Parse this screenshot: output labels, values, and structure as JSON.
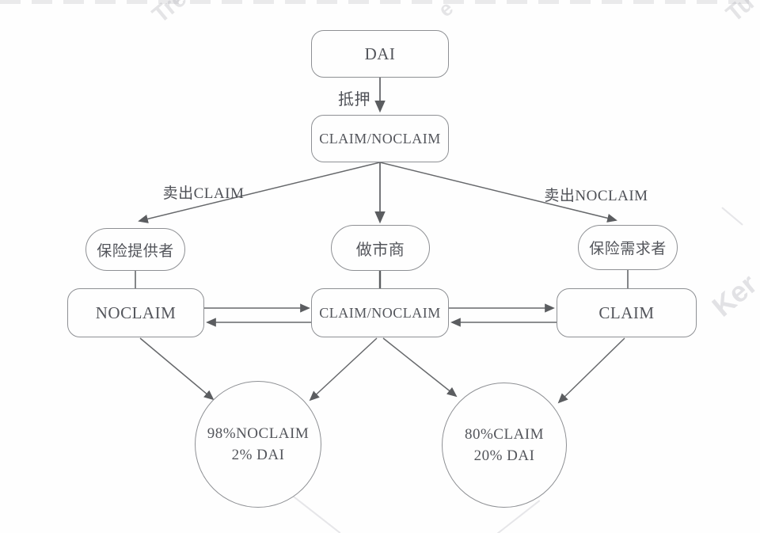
{
  "nodes": {
    "dai": {
      "label": "DAI"
    },
    "claim_noclaim_top": {
      "label": "CLAIM/NOCLAIM"
    },
    "insurance_provider": {
      "label": "保险提供者"
    },
    "market_maker": {
      "label": "做市商"
    },
    "insurance_demander": {
      "label": "保险需求者"
    },
    "noclaim": {
      "label": "NOCLAIM"
    },
    "claim_noclaim_mid": {
      "label": "CLAIM/NOCLAIM"
    },
    "claim": {
      "label": "CLAIM"
    },
    "pool_left": {
      "line1": "98%NOCLAIM",
      "line2": "2% DAI"
    },
    "pool_right": {
      "line1": "80%CLAIM",
      "line2": "20% DAI"
    }
  },
  "edges": {
    "collateralize": {
      "label": "抵押"
    },
    "sell_claim": {
      "label": "卖出CLAIM"
    },
    "sell_noclaim": {
      "label": "卖出NOCLAIM"
    }
  },
  "watermark": {
    "fragments": [
      "Tre",
      "e",
      "Tu",
      "Ker"
    ]
  },
  "colors": {
    "border": "#8e9094",
    "line": "#66686b",
    "text": "#53555b",
    "background": "#fefefe"
  }
}
